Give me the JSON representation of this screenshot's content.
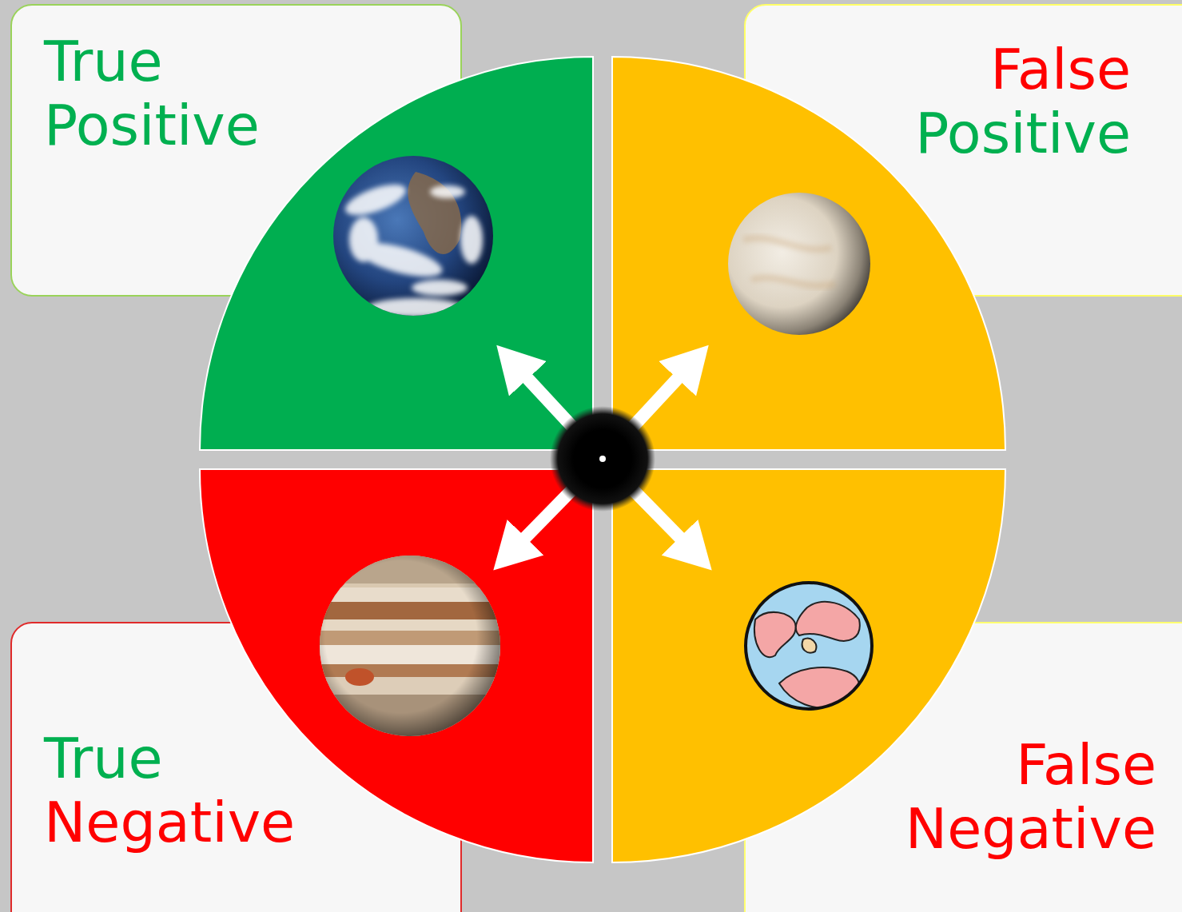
{
  "diagram": {
    "nodes": [
      {
        "text": [
          "True",
          "Positive"
        ]
      },
      {
        "text": [
          "False",
          "Positive"
        ]
      },
      {
        "text": [
          "True",
          "Negative"
        ]
      },
      {
        "text": [
          "False",
          "Negative"
        ]
      }
    ]
  }
}
